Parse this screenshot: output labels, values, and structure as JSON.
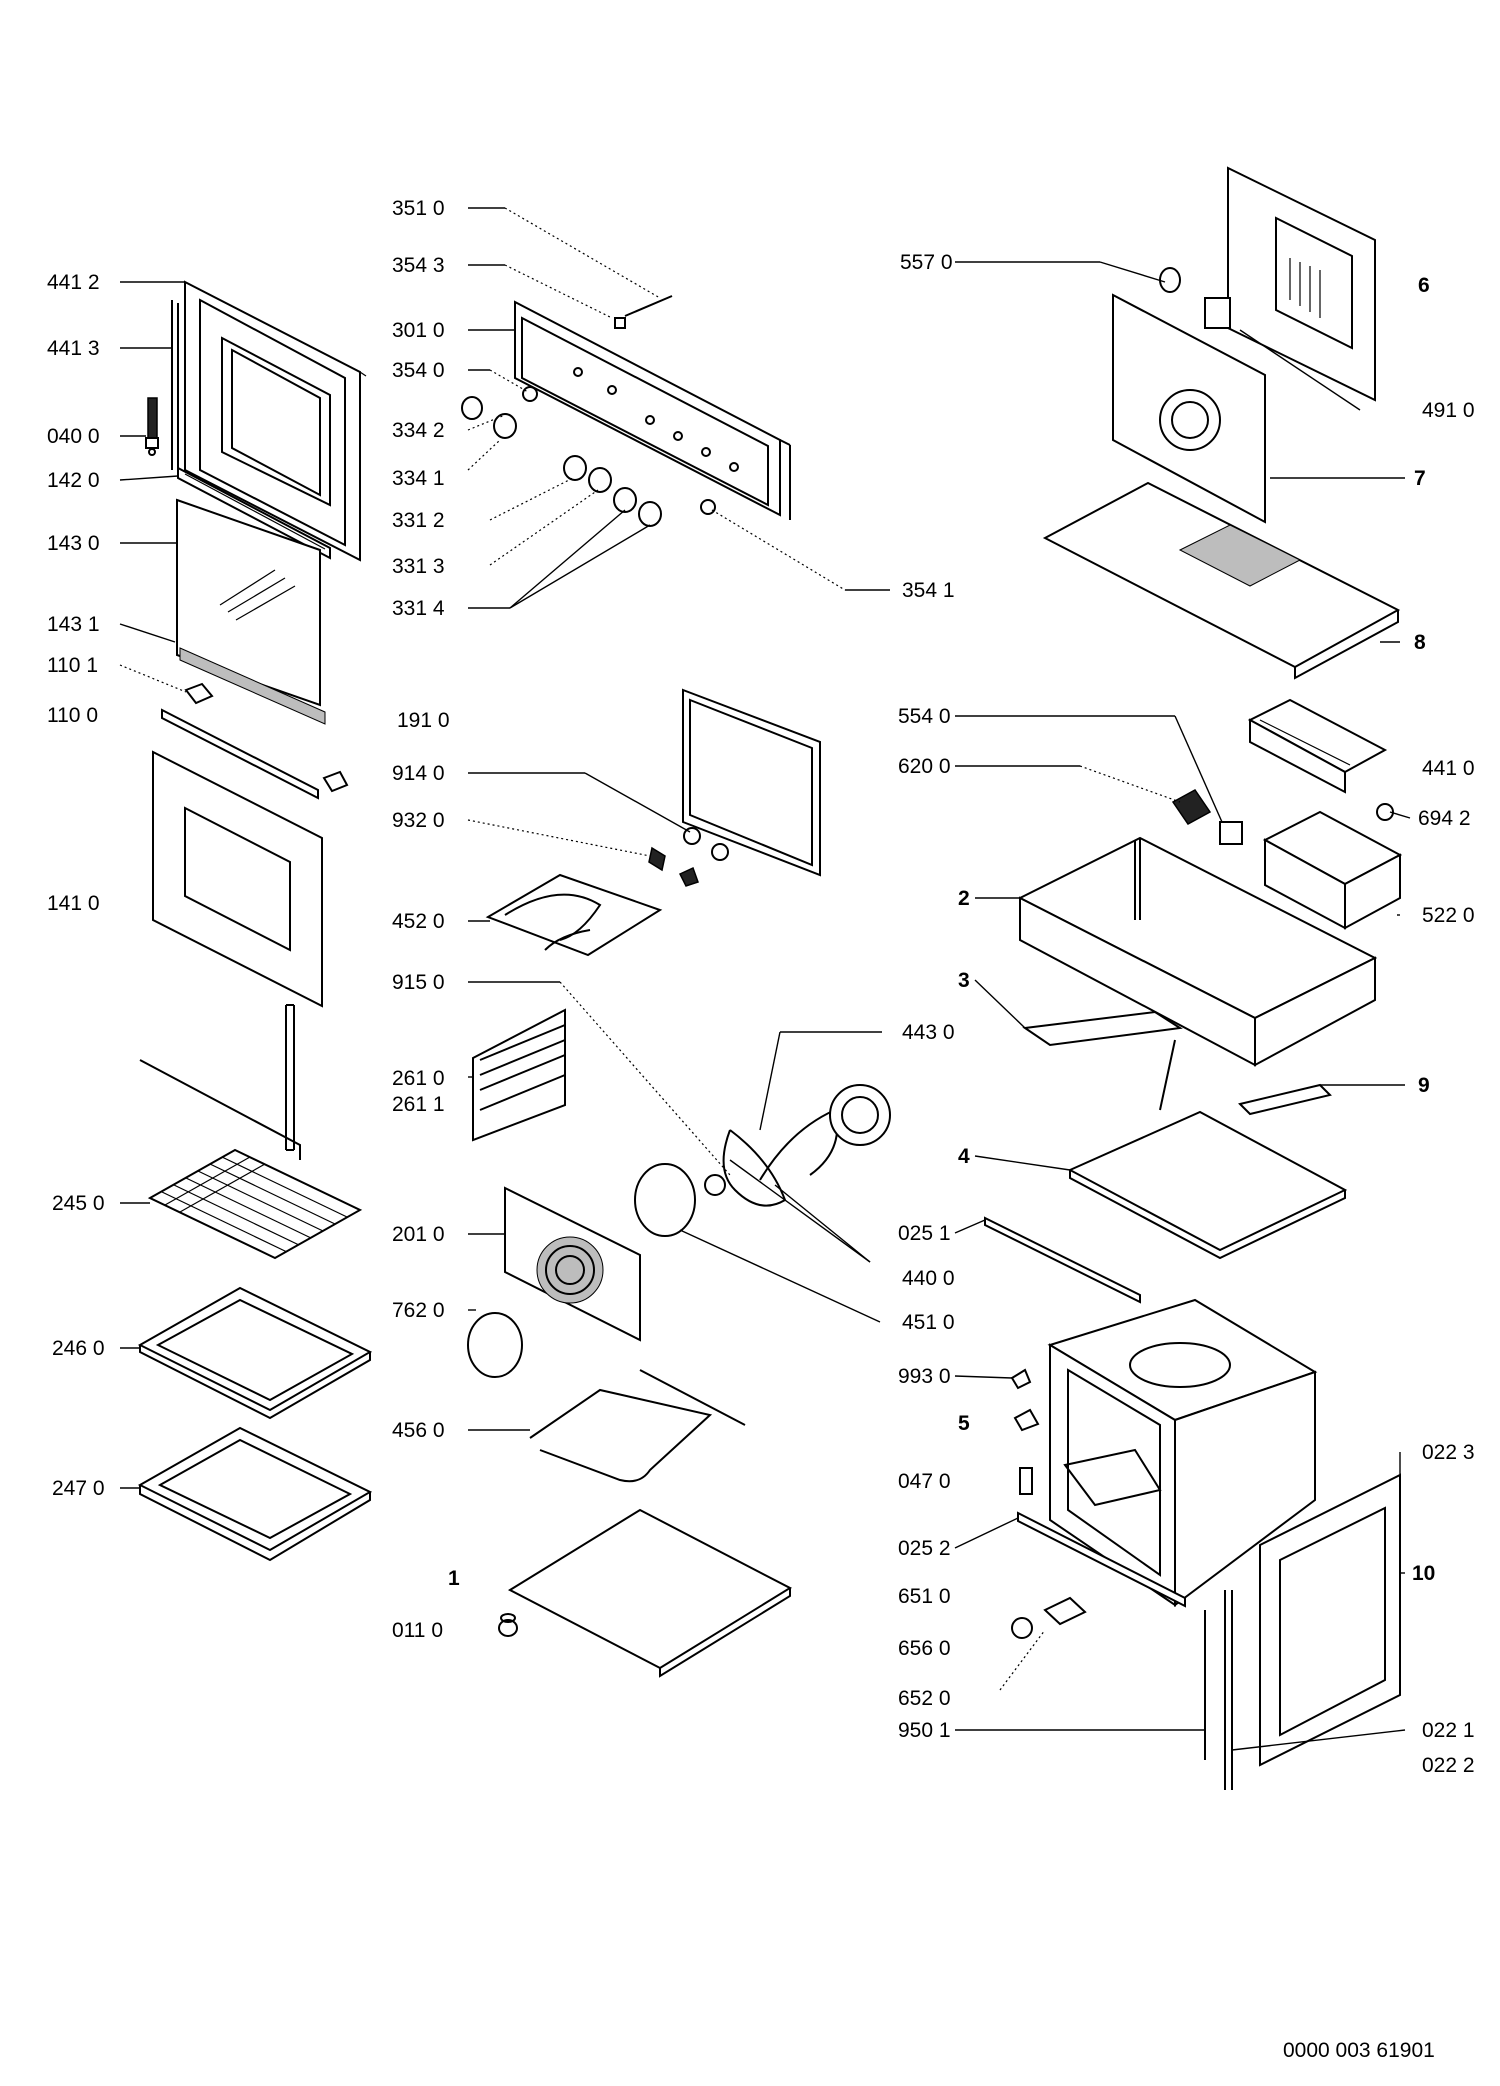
{
  "labels": {
    "l4412": "441 2",
    "l4413": "441 3",
    "l0400": "040 0",
    "l1420": "142 0",
    "l1430": "143 0",
    "l1431": "143 1",
    "l1101": "110 1",
    "l1100": "110 0",
    "l1410": "141 0",
    "l2450": "245 0",
    "l2460": "246 0",
    "l2470": "247 0",
    "l3510": "351 0",
    "l3543": "354 3",
    "l3010": "301 0",
    "l3540": "354 0",
    "l3342": "334 2",
    "l3341": "334 1",
    "l3312": "331 2",
    "l3313": "331 3",
    "l3314": "331 4",
    "l3541": "354 1",
    "l1910": "191 0",
    "l9140": "914 0",
    "l9320": "932 0",
    "l4520": "452 0",
    "l9150": "915 0",
    "l4430": "443 0",
    "l2610": "261 0",
    "l2611": "261 1",
    "l2010": "201 0",
    "l7620": "762 0",
    "l4400": "440 0",
    "l4510": "451 0",
    "l4560": "456 0",
    "l1": "1",
    "l0110": "011 0",
    "l5570": "557 0",
    "l6": "6",
    "l4910": "491 0",
    "l7": "7",
    "l8": "8",
    "l5540": "554 0",
    "l6200": "620 0",
    "l4410": "441 0",
    "l6942": "694 2",
    "l2": "2",
    "l5220": "522 0",
    "l3": "3",
    "l9": "9",
    "l4": "4",
    "l0251": "025 1",
    "l9930": "993 0",
    "l5": "5",
    "l0470": "047 0",
    "l0223": "022 3",
    "l0252": "025 2",
    "l10": "10",
    "l6510": "651 0",
    "l6560": "656 0",
    "l6520": "652 0",
    "l9501": "950 1",
    "l0221": "022 1",
    "l0222": "022 2",
    "docnum": "0000 003 61901"
  }
}
